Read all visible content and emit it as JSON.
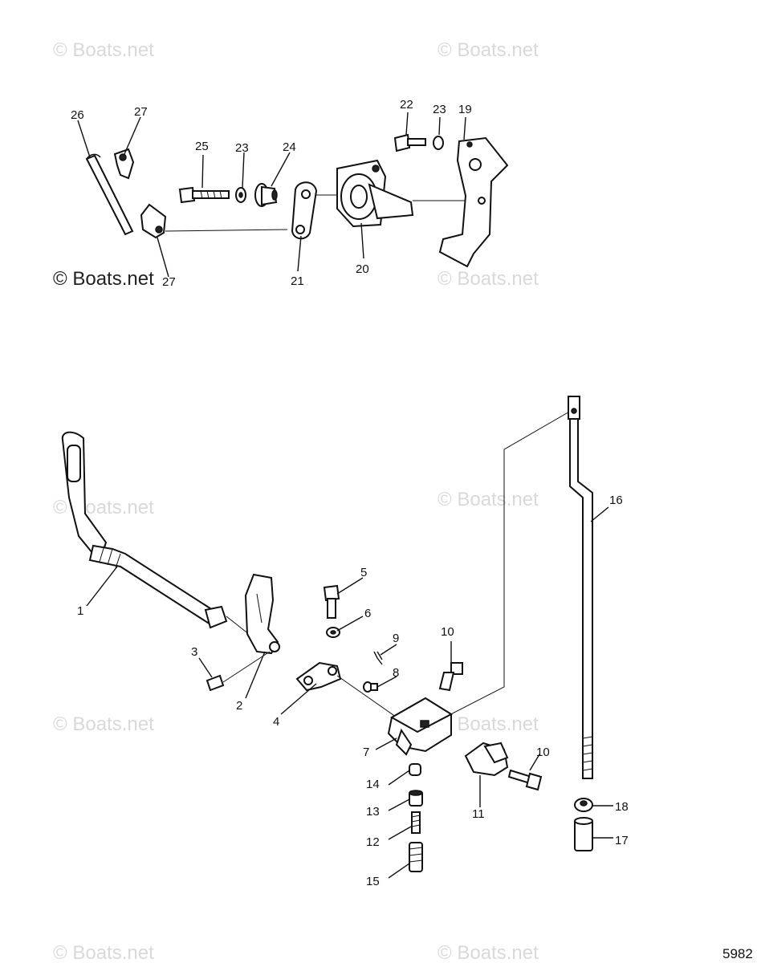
{
  "figure_number": "5982",
  "watermark_text": "© Boats.net",
  "callouts": {
    "c1": "1",
    "c2": "2",
    "c3": "3",
    "c4": "4",
    "c5": "5",
    "c6": "6",
    "c7": "7",
    "c8": "8",
    "c9": "9",
    "c10a": "10",
    "c10b": "10",
    "c11": "11",
    "c12": "12",
    "c13": "13",
    "c14": "14",
    "c15": "15",
    "c16": "16",
    "c17": "17",
    "c18": "18",
    "c19": "19",
    "c20": "20",
    "c21": "21",
    "c22": "22",
    "c23a": "23",
    "c23b": "23",
    "c24": "24",
    "c25": "25",
    "c26": "26",
    "c27a": "27",
    "c27b": "27"
  }
}
